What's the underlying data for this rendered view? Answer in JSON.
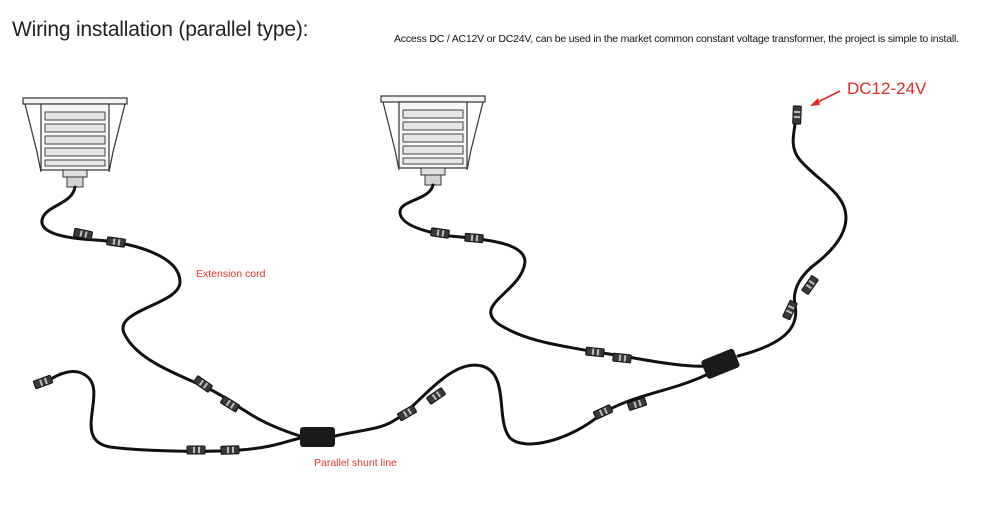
{
  "title": "Wiring installation (parallel type):",
  "note": "Access DC / AC12V or DC24V, can be used in the market common constant voltage transformer, the project is simple to install.",
  "labels": {
    "extension_cord": "Extension cord",
    "parallel_shunt_line": "Parallel shunt line",
    "voltage": "DC12-24V"
  },
  "colors": {
    "label_red": "#e8322a",
    "voltage_red": "#e02b25",
    "wire": "#111111",
    "lamp_fill": "#f4f4f4",
    "lamp_stroke": "#333333"
  },
  "icons": {
    "lamps": [
      "recessed-light-icon",
      "recessed-light-icon"
    ],
    "connectors": "plug-connector-icon",
    "splitters": "shunt-splitter-icon",
    "pointer": "arrow-icon"
  }
}
